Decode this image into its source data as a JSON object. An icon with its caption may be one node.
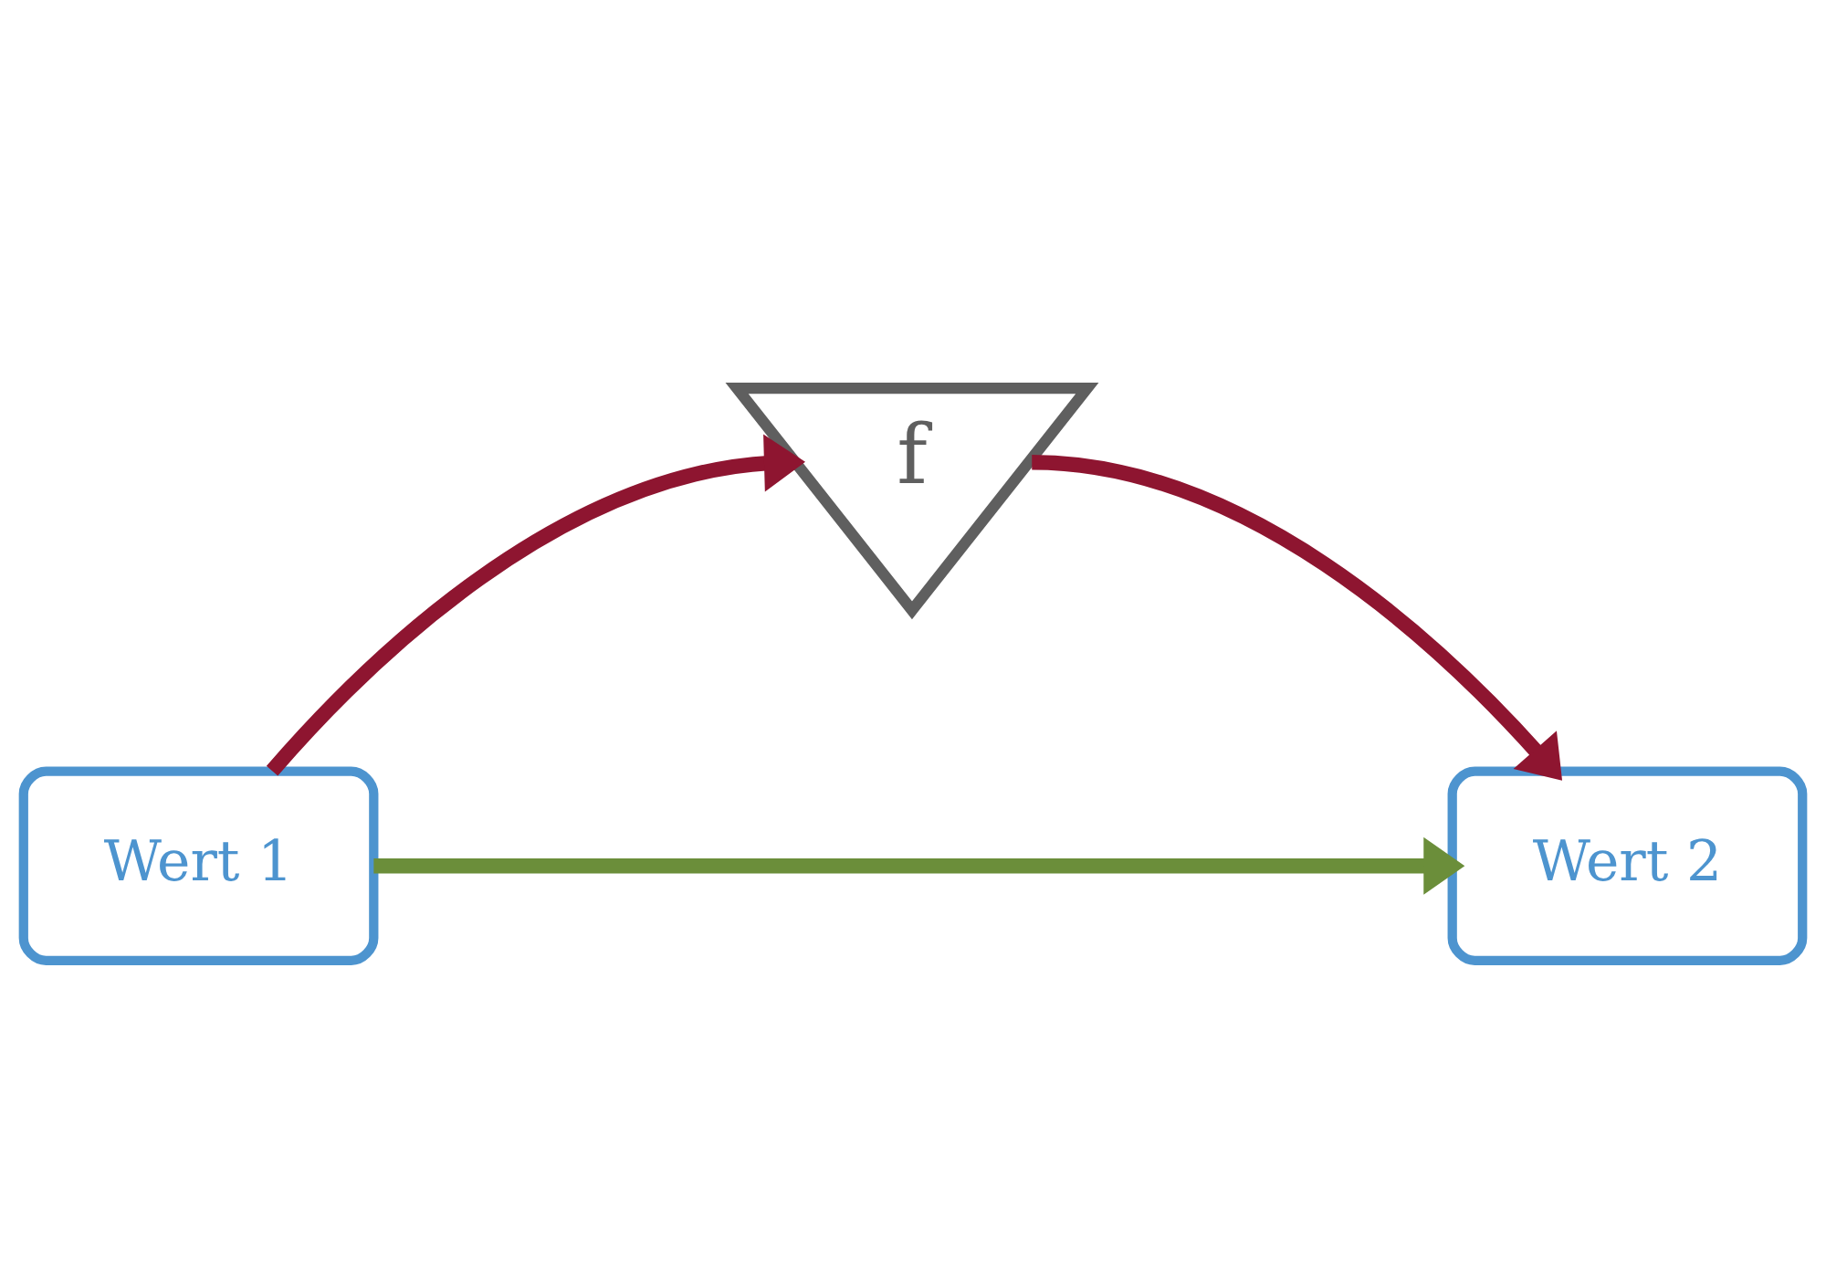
{
  "diagram": {
    "nodes": [
      {
        "text": [
          "f"
        ]
      },
      {
        "text": [
          "Wert 1"
        ]
      },
      {
        "text": [
          "Wert 2"
        ]
      }
    ],
    "edges": [
      {
        "from": 1,
        "to": 0,
        "arrow": "to"
      },
      {
        "from": 0,
        "to": 2,
        "arrow": "to"
      },
      {
        "from": 1,
        "to": 2,
        "arrow": "to",
        "color": "#6b8e3a"
      }
    ]
  }
}
